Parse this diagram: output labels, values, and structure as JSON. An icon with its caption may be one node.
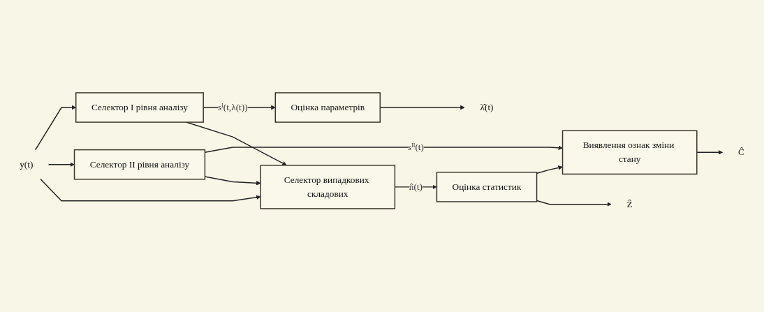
{
  "diagram": {
    "nodes": [
      {
        "text": [
          "y(t)"
        ]
      },
      {
        "text": [
          "Селектор I рівня аналізу"
        ]
      },
      {
        "text": [
          "Селектор II рівня аналізу"
        ]
      },
      {
        "text": [
          "Селектор випадкових складових"
        ]
      },
      {
        "text": [
          "Оцінка параметрів"
        ]
      },
      {
        "text": [
          "Виявлення ознак зміни стану"
        ]
      },
      {
        "text": [
          "Оцінка статистик"
        ]
      },
      {
        "text": [
          "λ̂(t)"
        ]
      },
      {
        "text": [
          "Ĉ"
        ]
      },
      {
        "text": [
          "Ẑ"
        ]
      }
    ],
    "edges": [
      {
        "from": 0,
        "to": 1,
        "arrow": "to"
      },
      {
        "from": 0,
        "to": 2,
        "arrow": "to"
      },
      {
        "from": 0,
        "to": 3,
        "arrow": "to"
      },
      {
        "from": 1,
        "to": 4,
        "arrow": "to",
        "label": "sᴵ(t,λ(t))"
      },
      {
        "from": 1,
        "to": 3,
        "arrow": "to"
      },
      {
        "from": 2,
        "to": 5,
        "arrow": "to",
        "label": "sᴵᴵ(t)"
      },
      {
        "from": 2,
        "to": 3,
        "arrow": "to"
      },
      {
        "from": 3,
        "to": 6,
        "arrow": "to",
        "label": "n̂(t)"
      },
      {
        "from": 6,
        "to": 5,
        "arrow": "to"
      },
      {
        "from": 4,
        "to": 7,
        "arrow": "to"
      },
      {
        "from": 5,
        "to": 8,
        "arrow": "to"
      },
      {
        "from": 6,
        "to": 9,
        "arrow": "to"
      }
    ]
  }
}
